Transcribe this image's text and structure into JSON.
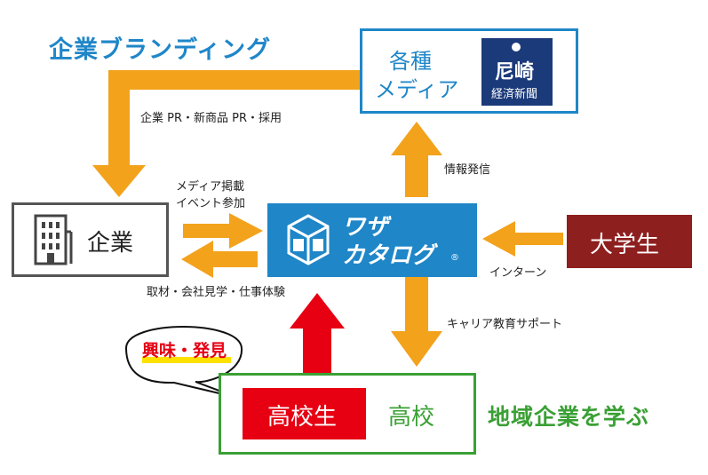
{
  "titles": {
    "corporate_branding": "企業ブランディング",
    "learn_local_companies": "地域企業を学ぶ"
  },
  "media": {
    "label_line1": "各種",
    "label_line2": "メディア",
    "logo_line1": "尼崎",
    "logo_line2": "経済新聞"
  },
  "company": {
    "label": "企業"
  },
  "center": {
    "line1": "ワザ",
    "line2": "カタログ",
    "mark": "®"
  },
  "university": {
    "label": "大学生"
  },
  "high_school": {
    "students_label": "高校生",
    "school_label": "高校",
    "speech": "興味・発見"
  },
  "arrows": {
    "media_to_company": "企業 PR・新商品 PR・採用",
    "info_out": "情報発信",
    "to_center_line1": "メディア掲載",
    "to_center_line2": "イベント参加",
    "to_company": "取材・会社見学・仕事体験",
    "internship": "インターン",
    "career": "キャリア教育サポート"
  },
  "colors": {
    "blue": "#1f86c8",
    "orange": "#f3a21c",
    "dark_red": "#8e1f1f",
    "red": "#e60012",
    "green": "#3aa035",
    "media_navy": "#1b3a7a"
  }
}
